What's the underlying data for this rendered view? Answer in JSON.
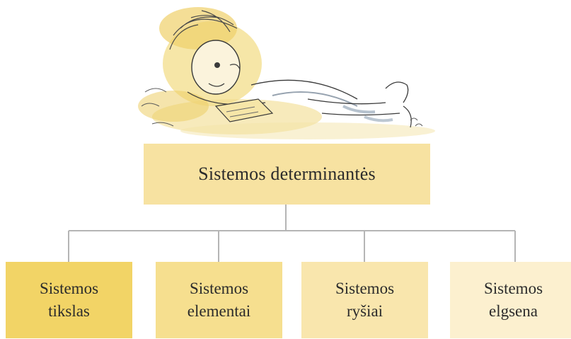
{
  "diagram": {
    "root": {
      "label": "Sistemos determinantės",
      "color": "#f7e2a1"
    },
    "children": [
      {
        "line1": "Sistemos",
        "line2": "tikslas",
        "color": "#f2d466"
      },
      {
        "line1": "Sistemos",
        "line2": "elementai",
        "color": "#f6df8f"
      },
      {
        "line1": "Sistemos",
        "line2": "ryšiai",
        "color": "#f9e6ad"
      },
      {
        "line1": "Sistemos",
        "line2": "elgsena",
        "color": "#fcf0cf"
      }
    ],
    "connector_color": "#b5b5b5"
  },
  "illustration": {
    "subject": "cartoon boy lying on stomach reading a book",
    "icon": "reading-boy-illustration"
  }
}
